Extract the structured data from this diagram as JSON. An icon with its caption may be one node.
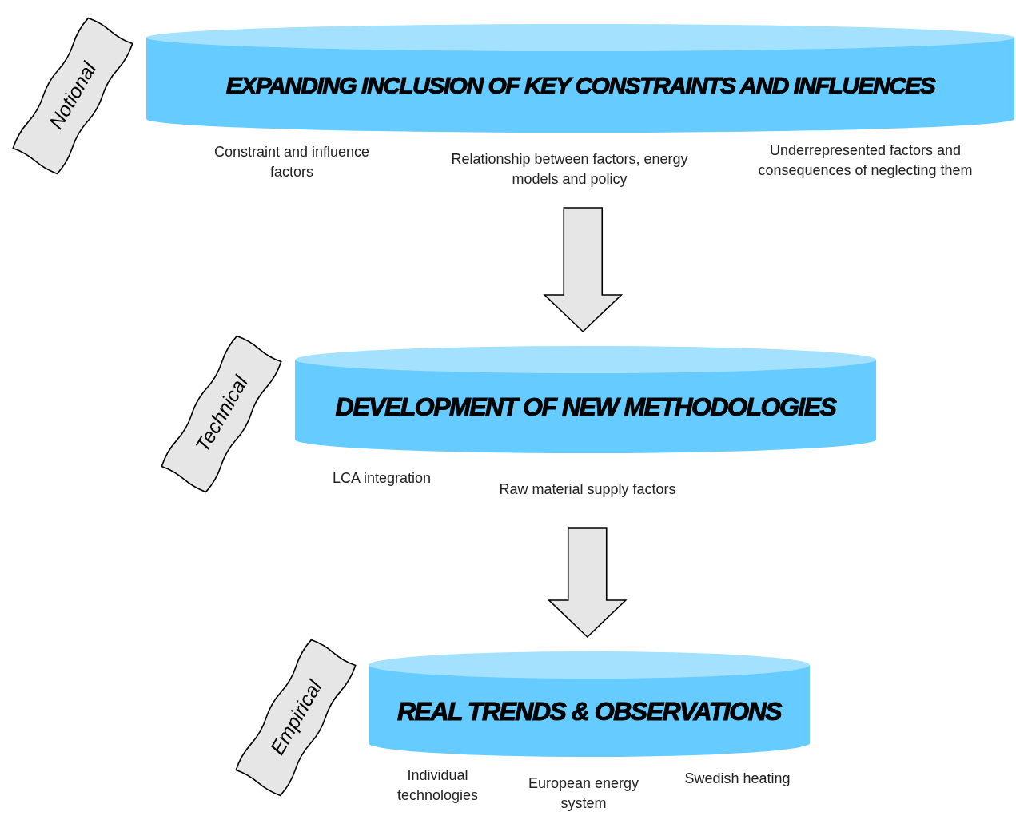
{
  "diagram": {
    "nodes": [
      {
        "text": [
          "Notional"
        ]
      },
      {
        "text": [
          "EXPANDING INCLUSION OF KEY CONSTRAINTS AND INFLUENCES"
        ],
        "beside": [
          "Constraint and influence factors",
          "Relationship between factors, energy models and policy",
          "Underrepresented factors and consequences of neglecting them"
        ]
      },
      {
        "text": [
          "Technical"
        ]
      },
      {
        "text": [
          "DEVELOPMENT OF NEW METHODOLOGIES"
        ],
        "beside": [
          "LCA integration",
          "Raw material supply factors"
        ]
      },
      {
        "text": [
          "Empirical"
        ]
      },
      {
        "text": [
          "REAL TRENDS & OBSERVATIONS"
        ],
        "beside": [
          "Individual technologies",
          "European energy system",
          "Swedish heating"
        ]
      }
    ],
    "edges": [
      {
        "from": 1,
        "to": 3,
        "arrow": "to",
        "style": "thick"
      },
      {
        "from": 3,
        "to": 5,
        "arrow": "to",
        "style": "thick"
      }
    ]
  }
}
